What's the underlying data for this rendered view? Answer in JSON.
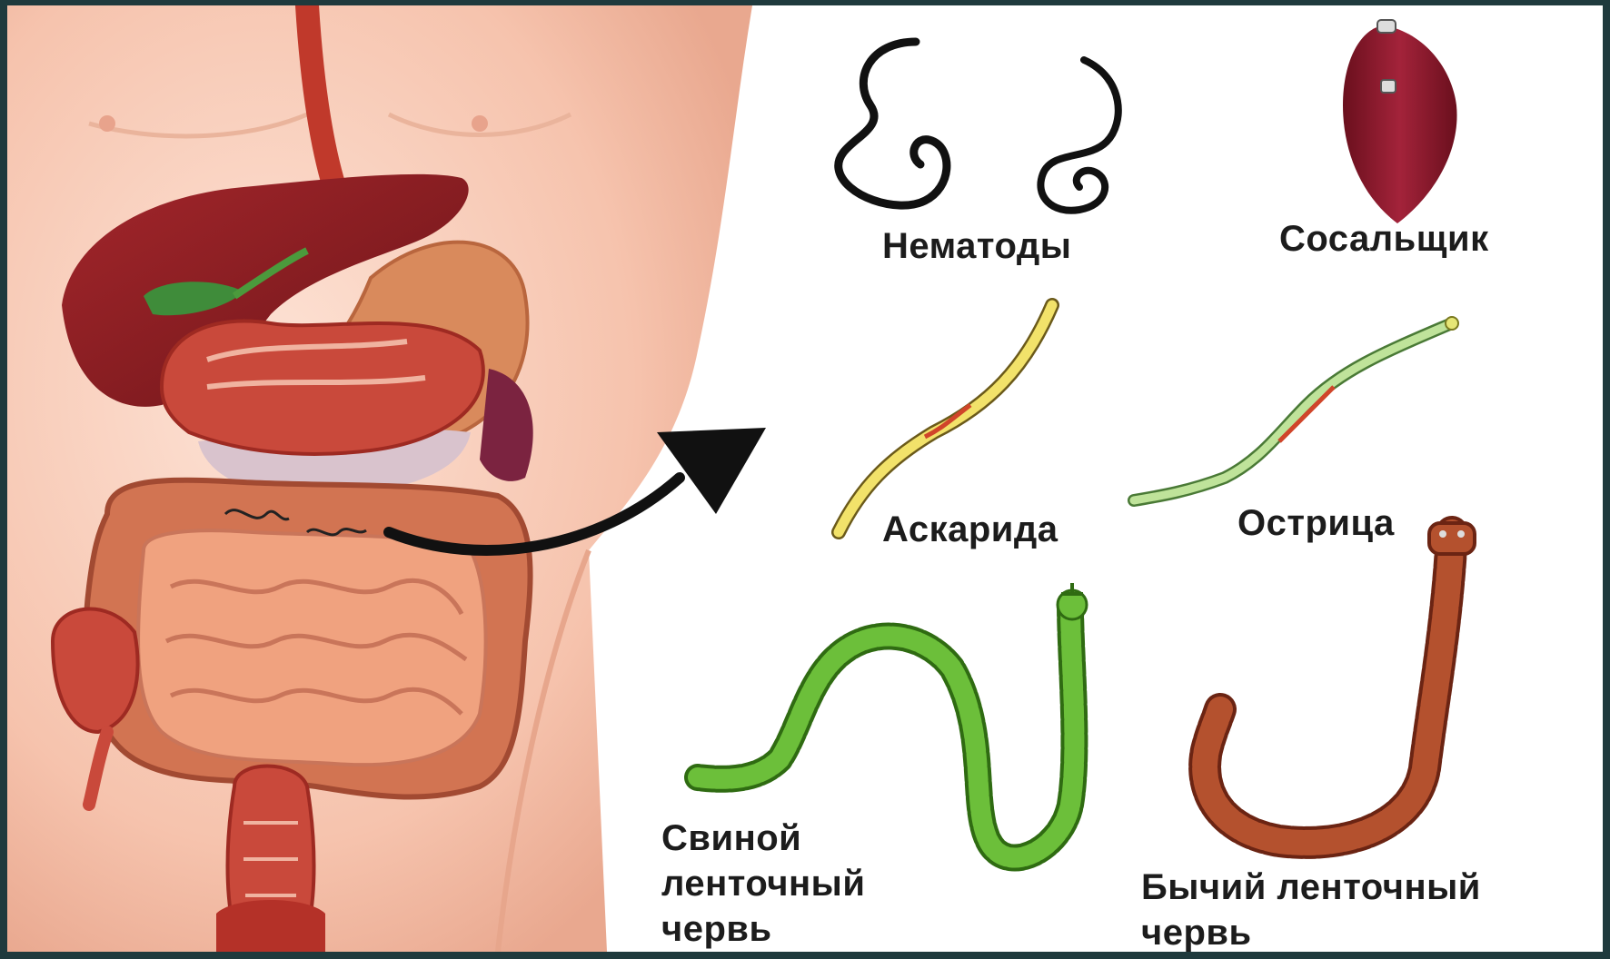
{
  "labels": {
    "nematodes": "Нематоды",
    "fluke": "Сосальщик",
    "ascarid": "Аскарида",
    "pinworm": "Острица",
    "pork_tapeworm": [
      "Свиной",
      "ленточный",
      "червь"
    ],
    "beef_tapeworm": [
      "Бычий ленточный",
      "червь"
    ]
  },
  "colors": {
    "background_frame": "#1f3a3d",
    "skin": "#f6c9b6",
    "liver": "#8e1f24",
    "stomach": "#d98a5c",
    "intestine": "#f0a27f",
    "colon": "#d27452",
    "fluke": "#8a1c2a",
    "ascarid": "#f2e26a",
    "pinworm": "#7bbd5a",
    "pork_tapeworm": "#56a12c",
    "beef_tapeworm": "#a8482a",
    "arrow": "#111111"
  },
  "icons": [
    "human-torso-illustration",
    "digestive-system-illustration",
    "arrow-icon",
    "nematode-icon",
    "fluke-icon",
    "ascarid-icon",
    "pinworm-icon",
    "pork-tapeworm-icon",
    "beef-tapeworm-icon"
  ]
}
